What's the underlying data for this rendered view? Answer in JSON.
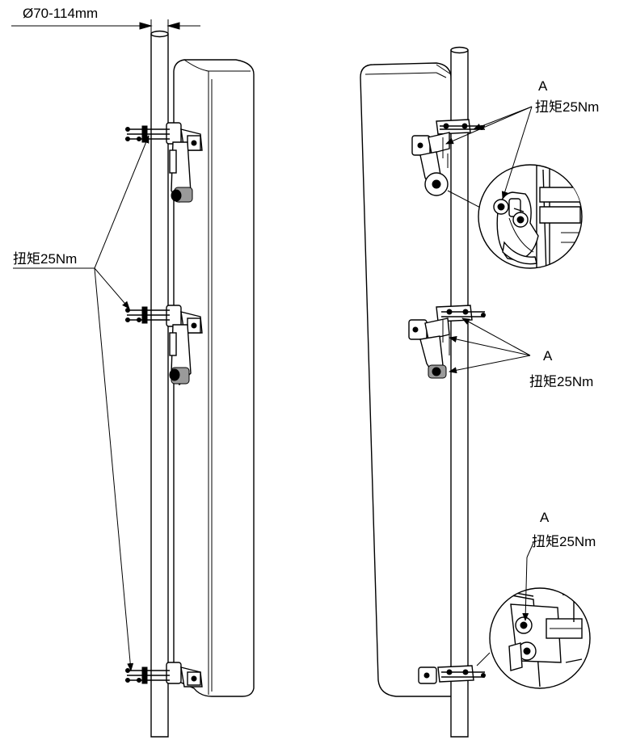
{
  "diagram": {
    "pole_diameter_label": "Ø70-114mm",
    "left_view": {
      "torque_label": "扭矩25Nm"
    },
    "right_view": {
      "callout_top": {
        "letter": "A",
        "torque": "扭矩25Nm"
      },
      "callout_middle": {
        "letter": "A",
        "torque": "扭矩25Nm"
      },
      "callout_bottom": {
        "letter": "A",
        "torque": "扭矩25Nm"
      }
    }
  }
}
